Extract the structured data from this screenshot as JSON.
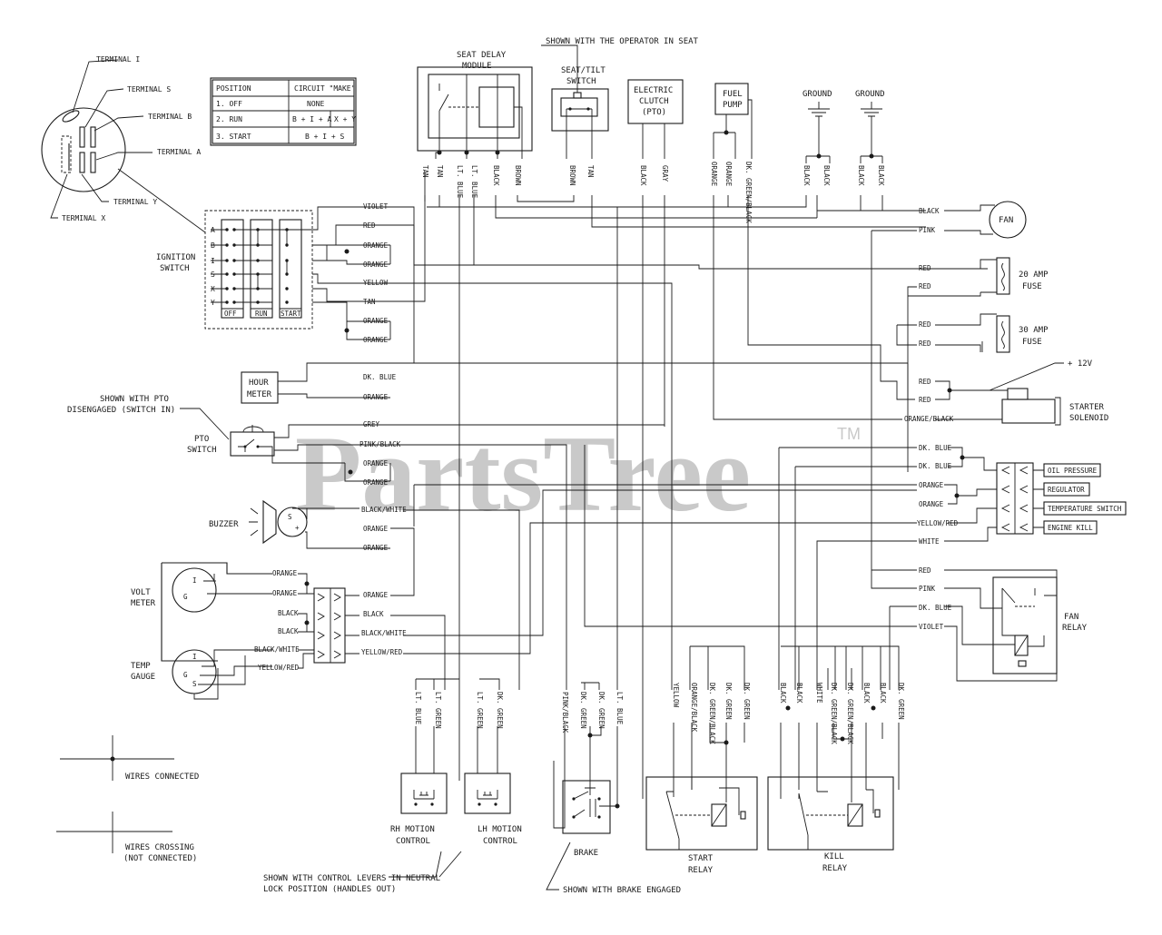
{
  "watermark": {
    "brand": "PartsTree",
    "mark": "TM"
  },
  "key_switch": {
    "terminals": [
      "TERMINAL I",
      "TERMINAL S",
      "TERMINAL B",
      "TERMINAL A",
      "TERMINAL Y",
      "TERMINAL X"
    ]
  },
  "switch_table": {
    "headers": [
      "POSITION",
      "CIRCUIT \"MAKE\""
    ],
    "rows": [
      [
        "1. OFF",
        "NONE",
        ""
      ],
      [
        "2. RUN",
        "B + I + A",
        "X + Y"
      ],
      [
        "3. START",
        "B + I + S",
        ""
      ]
    ]
  },
  "ignition_switch": {
    "title_line1": "IGNITION",
    "title_line2": "SWITCH",
    "letters": [
      "A",
      "B",
      "I",
      "S",
      "X",
      "Y"
    ],
    "positions": [
      "OFF",
      "RUN",
      "START"
    ]
  },
  "labels": {
    "seat_delay_1": "SEAT DELAY",
    "seat_delay_2": "MODULE",
    "operator_note": "SHOWN WITH THE OPERATOR IN SEAT",
    "seat_switch_1": "SEAT/TILT",
    "seat_switch_2": "SWITCH",
    "clutch_1": "ELECTRIC",
    "clutch_2": "CLUTCH",
    "clutch_3": "(PTO)",
    "fuel_1": "FUEL",
    "fuel_2": "PUMP",
    "ground": "GROUND",
    "fan": "FAN",
    "fuse20_1": "20 AMP",
    "fuse20_2": "FUSE",
    "fuse30_1": "30 AMP",
    "fuse30_2": "FUSE",
    "plus12": "+ 12V",
    "starter_1": "STARTER",
    "starter_2": "SOLENOID",
    "hour_1": "HOUR",
    "hour_2": "METER",
    "pto_note_1": "SHOWN WITH PTO",
    "pto_note_2": "DISENGAGED (SWITCH IN)",
    "pto_1": "PTO",
    "pto_2": "SWITCH",
    "buzzer": "BUZZER",
    "volt_1": "VOLT",
    "volt_2": "METER",
    "temp_1": "TEMP",
    "temp_2": "GAUGE",
    "oil": "OIL PRESSURE",
    "regulator": "REGULATOR",
    "temp_switch": "TEMPERATURE SWITCH",
    "engine_kill": "ENGINE KILL",
    "fan_relay_1": "FAN",
    "fan_relay_2": "RELAY",
    "rh_1": "RH MOTION",
    "rh_2": "CONTROL",
    "lh_1": "LH MOTION",
    "lh_2": "CONTROL",
    "brake": "BRAKE",
    "start_relay_1": "START",
    "start_relay_2": "RELAY",
    "kill_relay_1": "KILL",
    "kill_relay_2": "RELAY",
    "wires_connected": "WIRES CONNECTED",
    "wires_crossing_1": "WIRES CROSSING",
    "wires_crossing_2": "(NOT CONNECTED)",
    "levers_note_1": "SHOWN WITH CONTROL LEVERS IN NEUTRAL",
    "levers_note_2": "LOCK POSITION (HANDLES OUT)",
    "brake_note": "SHOWN WITH BRAKE ENGAGED",
    "term_B": "B",
    "term_I": "I",
    "term_G": "G",
    "term_S": "S",
    "term_plus": "+"
  },
  "wires": {
    "violet": "VIOLET",
    "red": "RED",
    "orange": "ORANGE",
    "yellow": "YELLOW",
    "tan": "TAN",
    "dk_blue": "DK. BLUE",
    "grey": "GREY",
    "gray": "GRAY",
    "pink_black": "PINK/BLACK",
    "black_white": "BLACK/WHITE",
    "black": "BLACK",
    "yellow_red": "YELLOW/RED",
    "pink": "PINK",
    "white": "WHITE",
    "orange_black": "ORANGE/BLACK",
    "lt_blue": "LT. BLUE",
    "lt_green": "LT. GREEN",
    "dk_green": "DK. GREEN",
    "brown": "BROWN",
    "dk_green_black": "DK. GREEN/BLACK"
  }
}
